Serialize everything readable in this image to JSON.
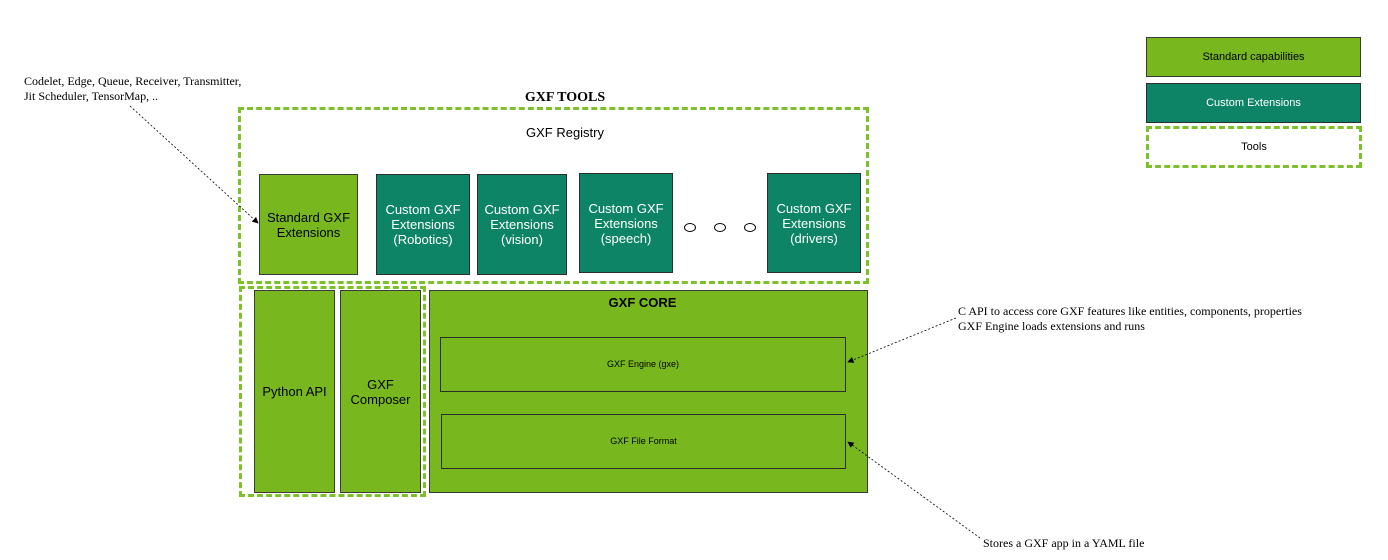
{
  "tools": {
    "title": "GXF TOOLS",
    "registry_label": "GXF Registry",
    "standard_extensions": "Standard GXF\nExtensions",
    "custom_extensions": [
      "Custom GXF\nExtensions\n(Robotics)",
      "Custom GXF\nExtensions\n(vision)",
      "Custom GXF\nExtensions\n(speech)",
      "Custom GXF\nExtensions\n(drivers)"
    ]
  },
  "apis": {
    "python_api": "Python API",
    "composer": "GXF\nComposer"
  },
  "core": {
    "title": "GXF CORE",
    "engine": "GXF Engine (gxe)",
    "file_format": "GXF File Format"
  },
  "legend": {
    "standard": "Standard capabilities",
    "custom": "Custom Extensions",
    "tools": "Tools"
  },
  "notes": {
    "codelets": "Codelet, Edge, Queue, Receiver, Transmitter,\nJit Scheduler, TensorMap, ..",
    "capi": "C API to access core GXF features like entities, components, properties\nGXF Engine loads extensions and runs",
    "yaml": "Stores a GXF app in a YAML file"
  },
  "colors": {
    "standard_green": "#78b81e",
    "custom_teal": "#0e8467",
    "tools_dash": "#7cc12a"
  }
}
